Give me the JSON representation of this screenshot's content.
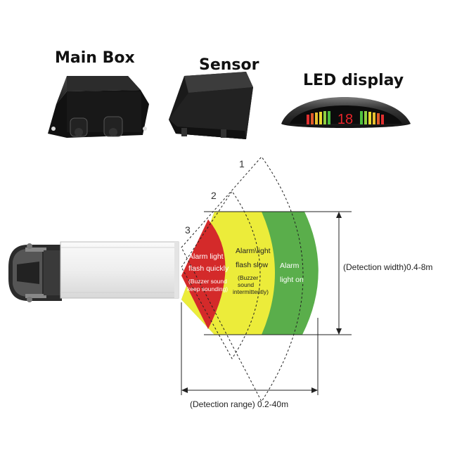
{
  "products": {
    "main_box": "Main Box",
    "sensor": "Sensor",
    "led_display": "LED display",
    "led_value": "18"
  },
  "zones": {
    "markers": [
      "1",
      "2",
      "3"
    ],
    "red": {
      "line1": "Alarm light",
      "line2": "flash quickly",
      "line3": "(Buzzer sound",
      "line4": "keep sounding)"
    },
    "yellow": {
      "line1": "Alarm\\light",
      "line2": "flash slow",
      "line3": "(Buzzer",
      "line4": "sound",
      "line5": "intermittently)"
    },
    "green": {
      "line1": "Alarm",
      "line2": "light on"
    }
  },
  "dimensions": {
    "width": "(Detection width)0.4-8m",
    "range": "(Detection range) 0.2-40m"
  },
  "colors": {
    "red_zone": "#d42a2a",
    "yellow_zone": "#ecec3a",
    "green_zone": "#5aae4b",
    "led_red": "#e8242a"
  }
}
